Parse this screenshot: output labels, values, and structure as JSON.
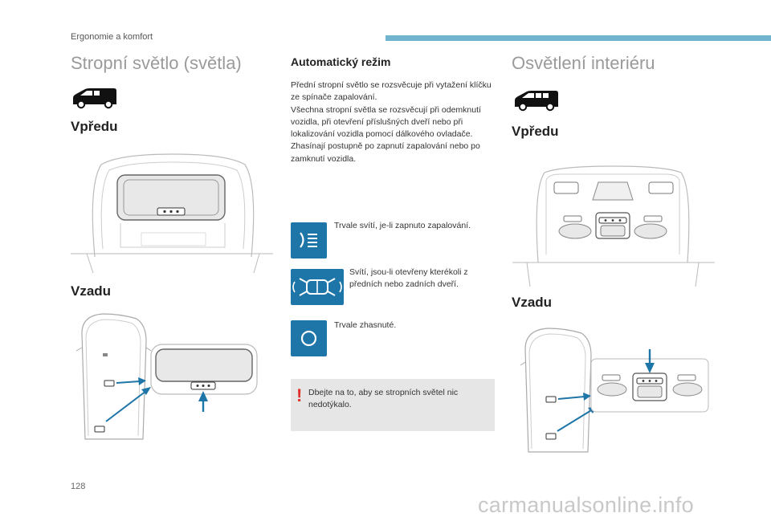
{
  "header": {
    "chapter": "Ergonomie a komfort",
    "accent_color": "#72b3cf"
  },
  "left": {
    "title": "Stropní světlo (světla)",
    "front_heading": "Vpředu",
    "rear_heading": "Vzadu",
    "vehicle_icon": "van-icon"
  },
  "middle": {
    "heading": "Automatický režim",
    "paragraphs": [
      "Přední stropní světlo se rozsvěcuje při vytažení klíčku ze spínače zapalování.",
      "Všechna stropní světla se rozsvěcují při odemknutí vozidla, při otevření příslušných dveří nebo při lokalizování vozidla pomocí dálkového ovladače.",
      "Zhasínají postupně po zapnutí zapalování nebo po zamknutí vozidla."
    ],
    "modes": [
      {
        "icon": "light-beam-icon",
        "text": "Trvale svítí, je-li zapnuto zapalování."
      },
      {
        "icon": "car-doors-icon",
        "text": "Svítí, jsou-li otevřeny kterékoli z předních nebo zadních dveří."
      },
      {
        "icon": "circle-off-icon",
        "text": "Trvale zhasnuté."
      }
    ],
    "warning": "Dbejte na to, aby se stropních světel nic nedotýkalo.",
    "icon_color": "#1e75a8"
  },
  "right": {
    "title": "Osvětlení interiéru",
    "front_heading": "Vpředu",
    "rear_heading": "Vzadu",
    "vehicle_icon": "van-icon"
  },
  "page_number": "128",
  "watermark": "carmanualsonline.info"
}
